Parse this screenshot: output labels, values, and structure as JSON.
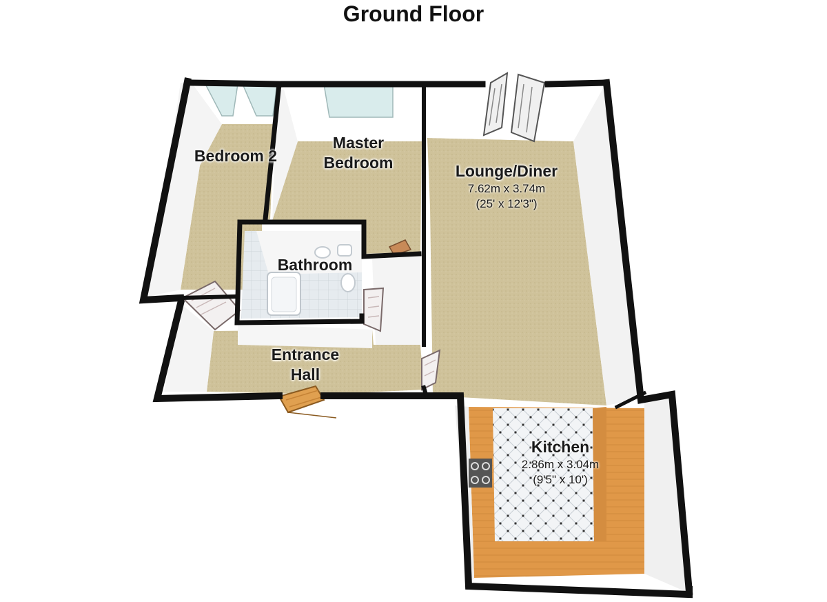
{
  "title": "Ground Floor",
  "rooms": {
    "bedroom2": {
      "name": "Bedroom 2"
    },
    "master_bedroom": {
      "name_line1": "Master",
      "name_line2": "Bedroom"
    },
    "lounge": {
      "name": "Lounge/Diner",
      "metric": "7.62m x 3.74m",
      "imperial": "(25' x 12'3\")"
    },
    "bathroom": {
      "name": "Bathroom"
    },
    "entrance_hall": {
      "name_line1": "Entrance",
      "name_line2": "Hall"
    },
    "kitchen": {
      "name": "Kitchen",
      "metric": "2.86m x 3.04m",
      "imperial": "(9'5\" x 10')"
    }
  },
  "colors": {
    "floor_carpet": "#cfc29a",
    "floor_tile": "#e6ebef",
    "worktop": "#e09848",
    "walls": "#111111",
    "wall_face": "#f4f4f4",
    "window_glass": "#d9ecec"
  }
}
